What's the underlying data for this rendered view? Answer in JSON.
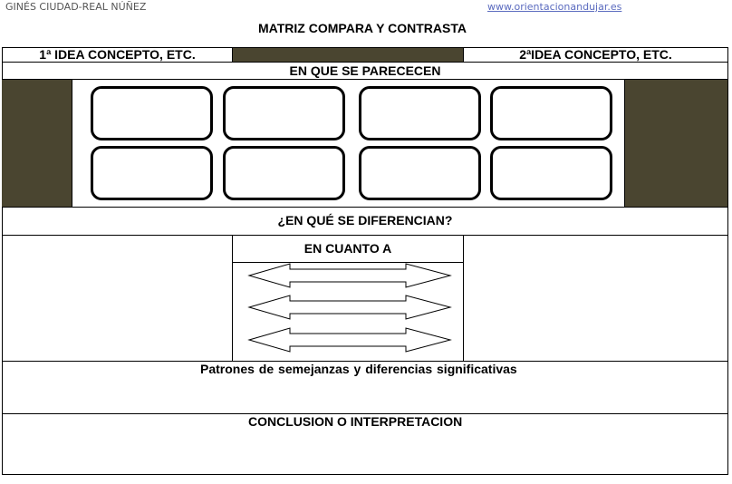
{
  "header": {
    "author": "GINÉS CIUDAD-REAL NÚÑEZ",
    "website": "www.orientacionandujar.es"
  },
  "title": "MATRIZ COMPARA Y CONTRASTA",
  "row1": {
    "left_label": "1ª IDEA CONCEPTO, ETC.",
    "right_label": "2ªIDEA CONCEPTO, ETC."
  },
  "similarities": {
    "label": "EN QUE SE PARECECEN",
    "box_count_note": ""
  },
  "differences": {
    "label": "¿EN QUÉ SE DIFERENCIAN?",
    "center_label": "EN CUANTO A"
  },
  "patterns": {
    "label": "Patrones de semejanzas y diferencias significativas"
  },
  "conclusion": {
    "label": "CONCLUSION O INTERPRETACION"
  },
  "colors": {
    "olive": "#4a4530",
    "link": "#5b6bbf"
  }
}
